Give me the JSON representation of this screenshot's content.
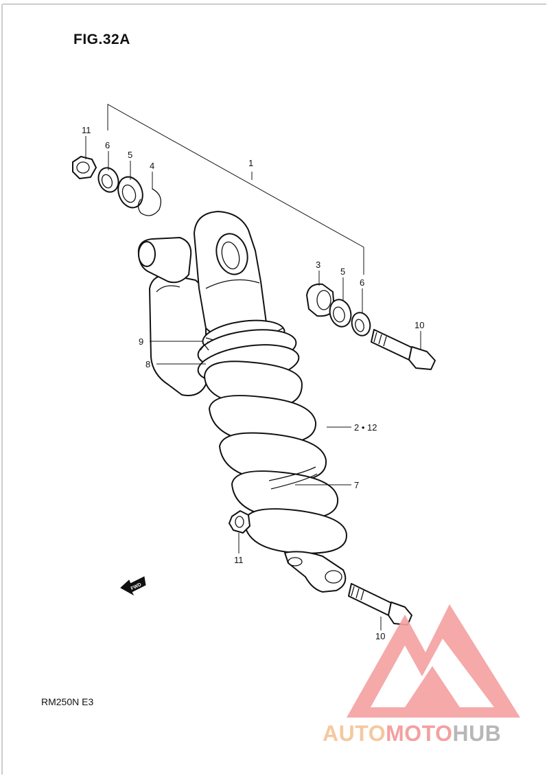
{
  "figure": {
    "title": "FIG.32A",
    "model": "RM250N E3",
    "direction_label": "FWD"
  },
  "callouts": [
    {
      "id": "lbl-1",
      "text": "1"
    },
    {
      "id": "lbl-2",
      "text": "2 • 12"
    },
    {
      "id": "lbl-3",
      "text": "3"
    },
    {
      "id": "lbl-4",
      "text": "4"
    },
    {
      "id": "lbl-5a",
      "text": "5"
    },
    {
      "id": "lbl-5b",
      "text": "5"
    },
    {
      "id": "lbl-6a",
      "text": "6"
    },
    {
      "id": "lbl-6b",
      "text": "6"
    },
    {
      "id": "lbl-7",
      "text": "7"
    },
    {
      "id": "lbl-8",
      "text": "8"
    },
    {
      "id": "lbl-9",
      "text": "9"
    },
    {
      "id": "lbl-10a",
      "text": "10"
    },
    {
      "id": "lbl-10b",
      "text": "10"
    },
    {
      "id": "lbl-11a",
      "text": "11"
    },
    {
      "id": "lbl-11b",
      "text": "11"
    }
  ],
  "watermark": {
    "part1": "AUTO",
    "part2": "MOTO",
    "part3": "HUB",
    "colors": {
      "auto": "#f5c89f",
      "moto": "#f4a0a0",
      "hub": "#b7b7b7",
      "logo": "#f08a8a"
    }
  }
}
